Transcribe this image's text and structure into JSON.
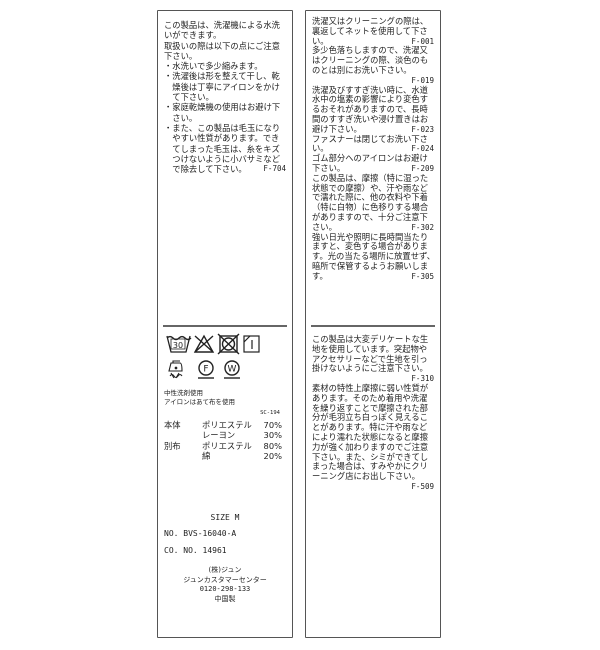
{
  "left_top": {
    "lines": [
      "この製品は、洗濯機による水洗",
      "いができます。",
      "取扱いの際は以下の点にご注意",
      "下さい。",
      "・水洗いで多少縮みます。",
      "・洗濯後は形を整えて干し、乾",
      "　燥後は丁寧にアイロンをかけ",
      "　て下さい。",
      "・家庭乾燥機の使用はお避け下",
      "　さい。",
      "・また、この製品は毛玉になり",
      "　やすい性質があります。でき",
      "　てしまった毛玉は、糸をキズ",
      "　つけないように小バサミなど"
    ],
    "last_line": "　で除去して下さい。",
    "code": "F-704"
  },
  "care_symbols": {
    "wash_temp": "30",
    "icons": [
      "wash-30-icon",
      "no-bleach-icon",
      "no-tumble-dry-icon",
      "line-dry-shade-icon",
      "iron-low-with-cloth-icon",
      "dry-clean-f-icon",
      "wet-clean-w-icon"
    ],
    "iron_dots": "",
    "f_label": "F",
    "w_label": "W"
  },
  "care_notes": [
    "中性洗剤使用",
    "アイロンはあて布を使用"
  ],
  "sc_code": "SC-194",
  "composition": [
    {
      "part": "本体",
      "material": "ポリエステル",
      "pct": "70%"
    },
    {
      "part": "",
      "material": "レーヨン",
      "pct": "30%"
    },
    {
      "part": "別布",
      "material": "ポリエステル",
      "pct": "80%"
    },
    {
      "part": "",
      "material": "綿",
      "pct": "20%"
    }
  ],
  "size": "SIZE M",
  "product_no": "NO. BVS-16040-A",
  "co_no": "CO. NO.  14961",
  "company": [
    "(株)ジュン",
    "ジュンカスタマーセンター",
    "0120-298-133",
    "中国製"
  ],
  "right_top": [
    {
      "lines": [
        "洗濯又はクリーニングの際は、",
        "裏返してネットを使用して下さ"
      ],
      "last": "い。",
      "code": "F-001"
    },
    {
      "lines": [
        "多少色落ちしますので、洗濯又",
        "はクリーニングの際、淡色のも",
        "のとは別にお洗い下さい。"
      ],
      "last": "",
      "code": "F-019"
    },
    {
      "lines": [
        "洗濯及びすすぎ洗い時に、水道",
        "水中の塩素の影響により変色す",
        "るおそれがありますので、長時",
        "間のすすぎ洗いや浸け置きはお"
      ],
      "last": "避け下さい。",
      "code": "F-023"
    },
    {
      "lines": [
        "ファスナーは閉じてお洗い下さ"
      ],
      "last": "い。",
      "code": "F-024"
    },
    {
      "lines": [
        "ゴム部分へのアイロンはお避け"
      ],
      "last": "下さい。",
      "code": "F-209"
    },
    {
      "lines": [
        "この製品は、摩擦（特に湿った",
        "状態での摩擦）や、汗や雨など",
        "で濡れた際に、他の衣料や下着",
        "（特に白物）に色移りする場合",
        "がありますので、十分ご注意下"
      ],
      "last": "さい。",
      "code": "F-302"
    },
    {
      "lines": [
        "強い日光や照明に長時間当たり",
        "ますと、変色する場合がありま",
        "す。光の当たる場所に放置せず、",
        "暗所で保管するようお願いしま"
      ],
      "last": "す。",
      "code": "F-305"
    }
  ],
  "right_bottom": [
    {
      "lines": [
        "この製品は大変デリケートな生",
        "地を使用しています。突起物や",
        "アクセサリーなどで生地を引っ",
        "掛けないようにご注意下さい。"
      ],
      "last": "",
      "code": "F-310"
    },
    {
      "lines": [
        "素材の特性上摩擦に弱い性質が",
        "あります。そのため着用や洗濯",
        "を繰り返すことで摩擦された部",
        "分が毛羽立ち白っぽく見えるこ",
        "とがあります。特に汗や雨など",
        "により濡れた状態になると摩擦",
        "力が強く加わりますのでご注意",
        "下さい。また、シミができてし",
        "まった場合は、すみやかにクリ",
        "ーニング店にお出し下さい。"
      ],
      "last": "",
      "code": "F-509"
    }
  ]
}
